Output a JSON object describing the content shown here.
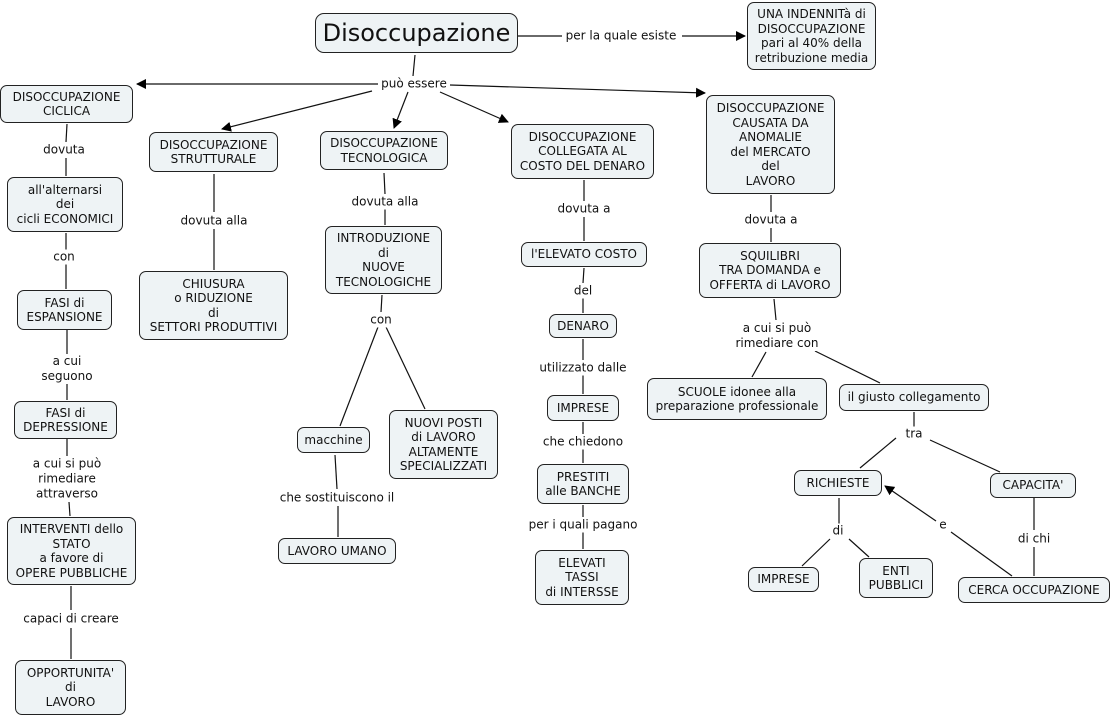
{
  "nodes": {
    "root": "Disoccupazione",
    "indennita": "UNA INDENNITà di\nDISOCCUPAZIONE\npari al 40% della\nretribuzione media",
    "ciclica": "DISOCCUPAZIONE\nCICLICA",
    "strutturale": "DISOCCUPAZIONE\nSTRUTTURALE",
    "tecnologica": "DISOCCUPAZIONE\nTECNOLOGICA",
    "costo_denaro": "DISOCCUPAZIONE\nCOLLEGATA AL\nCOSTO DEL DENARO",
    "anomalie": "DISOCCUPAZIONE\nCAUSATA DA\nANOMALIE\ndel MERCATO\ndel\nLAVORO",
    "alternarsi": "all'alternarsi\ndei\ncicli ECONOMICI",
    "espansione": "FASI di\nESPANSIONE",
    "depressione": "FASI di\nDEPRESSIONE",
    "interventi": "INTERVENTI dello\nSTATO\na favore di\nOPERE PUBBLICHE",
    "opportunita": "OPPORTUNITA'\ndi\nLAVORO",
    "chiusura": "CHIUSURA\no RIDUZIONE\ndi\nSETTORI PRODUTTIVI",
    "introduzione": "INTRODUZIONE\ndi\nNUOVE\nTECNOLOGICHE",
    "macchine": "macchine",
    "nuovi_posti": "NUOVI POSTI\ndi LAVORO\nALTAMENTE\nSPECIALIZZATI",
    "lavoro_umano": "LAVORO UMANO",
    "elevato_costo": "l'ELEVATO COSTO",
    "denaro": "DENARO",
    "imprese_1": "IMPRESE",
    "prestiti": "PRESTITI\nalle BANCHE",
    "tassi": "ELEVATI\nTASSI\ndi INTERSSE",
    "squilibri": "SQUILIBRI\nTRA DOMANDA e\nOFFERTA di LAVORO",
    "scuole": "SCUOLE idonee alla\npreparazione professionale",
    "collegamento": "il giusto collegamento",
    "richieste": "RICHIESTE",
    "capacita": "CAPACITA'",
    "imprese_2": "IMPRESE",
    "enti": "ENTI\nPUBBLICI",
    "cerca": "CERCA OCCUPAZIONE"
  },
  "links": {
    "per_la_quale": "per la quale esiste",
    "puo_essere": "può essere",
    "dovuta": "dovuta",
    "con_1": "con",
    "a_cui_seguono": "a cui\nseguono",
    "a_cui_attraverso": "a cui si può\nrimediare\nattraverso",
    "capaci": "capaci di creare",
    "dovuta_alla_1": "dovuta alla",
    "dovuta_alla_2": "dovuta alla",
    "con_2": "con",
    "sostituiscono": "che sostituiscono il",
    "dovuta_a_1": "dovuta a",
    "del": "del",
    "utilizzato": "utilizzato dalle",
    "chiedono": "che chiedono",
    "pagano": "per i quali pagano",
    "dovuta_a_2": "dovuta a",
    "rimediare_con": "a cui si può\nrimediare con",
    "tra": "tra",
    "di": "di",
    "e": "e",
    "di_chi": "di chi"
  }
}
